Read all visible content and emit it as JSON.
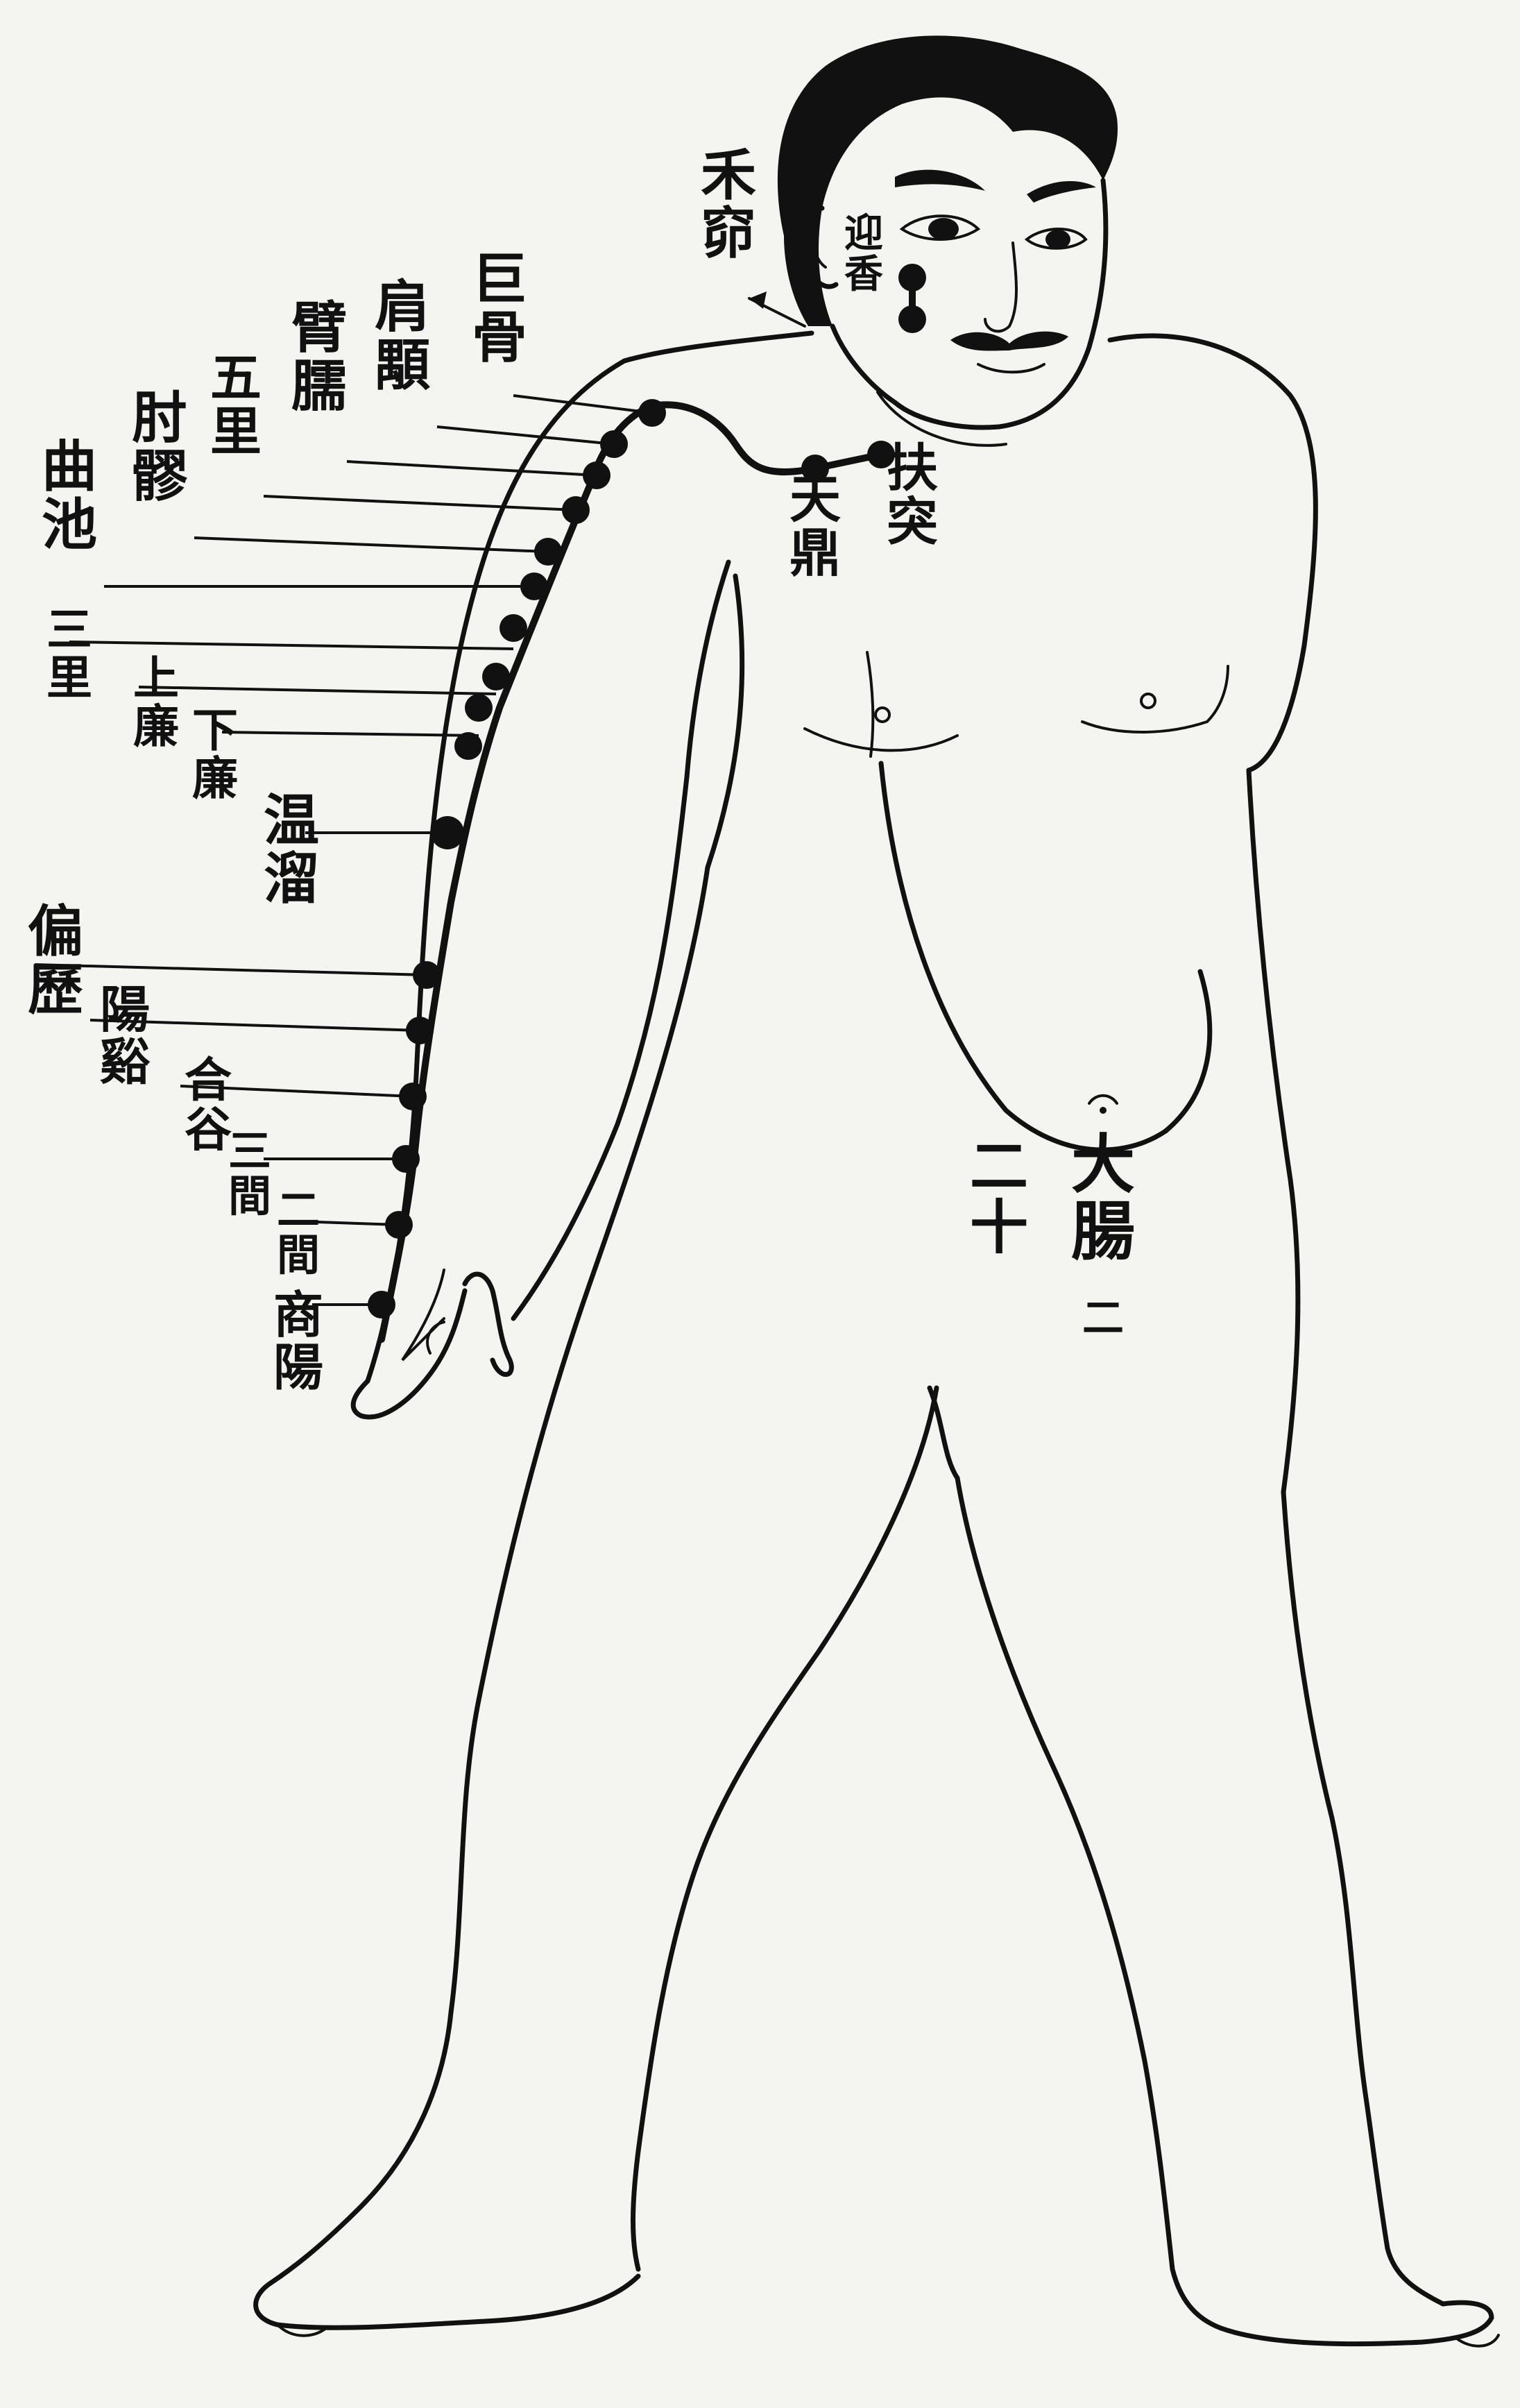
{
  "points": [
    {
      "id": "jugu",
      "label": "巨骨"
    },
    {
      "id": "jianyu",
      "label": "肩顒"
    },
    {
      "id": "binao",
      "label": "臂臑"
    },
    {
      "id": "wuli",
      "label": "五里"
    },
    {
      "id": "zhouliao",
      "label": "肘髎"
    },
    {
      "id": "quchi",
      "label": "曲池"
    },
    {
      "id": "sanli",
      "label": "三里"
    },
    {
      "id": "shanglian",
      "label": "上廉"
    },
    {
      "id": "xialian",
      "label": "下廉"
    },
    {
      "id": "wenliu",
      "label": "温溜"
    },
    {
      "id": "pianli",
      "label": "偏歷"
    },
    {
      "id": "yangxi",
      "label": "陽谿"
    },
    {
      "id": "hegu",
      "label": "合谷"
    },
    {
      "id": "sanjian",
      "label": "三間"
    },
    {
      "id": "erjian",
      "label": "二間"
    },
    {
      "id": "shangyang",
      "label": "商陽"
    }
  ],
  "face_points": [
    {
      "id": "heliao",
      "label": "禾窌"
    },
    {
      "id": "yingxiang",
      "label": "迎香"
    },
    {
      "id": "futu",
      "label": "扶突"
    },
    {
      "id": "tianding",
      "label": "天鼎"
    }
  ],
  "caption": {
    "main": "大腸",
    "count": "二",
    "sub": "二十"
  }
}
